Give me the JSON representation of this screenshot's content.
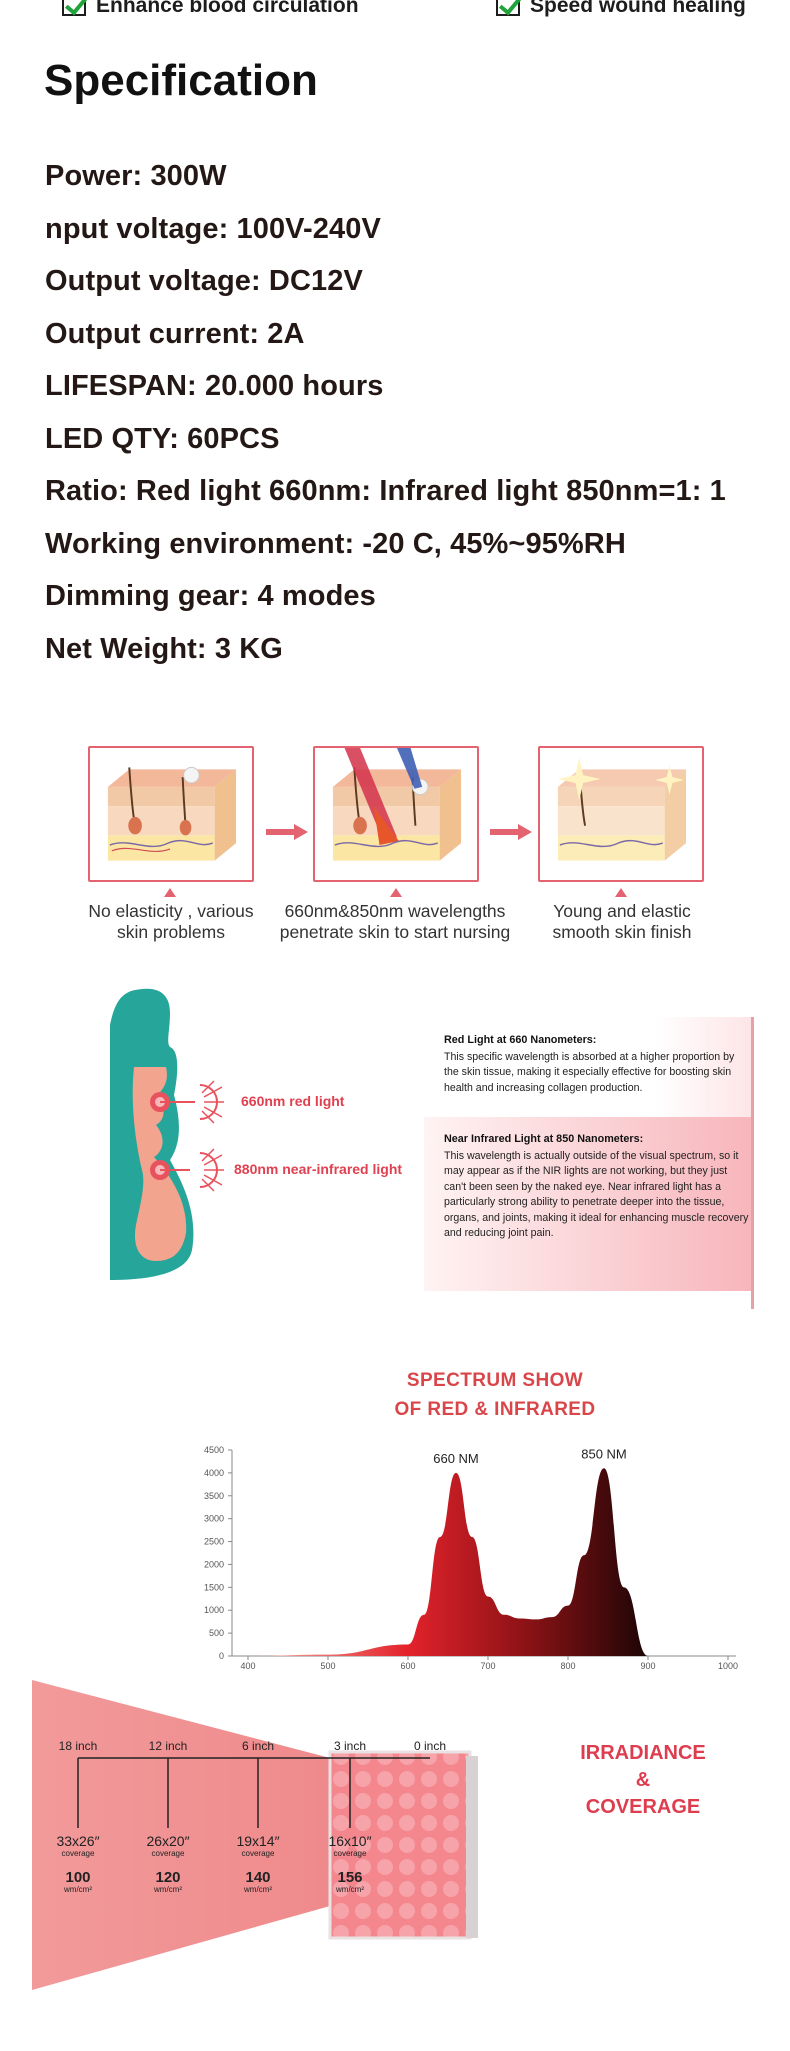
{
  "benefits": {
    "left": "Enhance blood circulation",
    "right": "Speed wound healing",
    "check_color": "#1fa33a"
  },
  "specification": {
    "title": "Specification",
    "items": [
      "Power: 300W",
      "nput voltage: 100V-240V",
      "Output voltage: DC12V",
      "Output current: 2A",
      "LIFESPAN: 20.000 hours",
      "LED QTY: 60PCS",
      "Ratio: Red light 660nm: Infrared light 850nm=1: 1",
      "Working environment: -20 C, 45%~95%RH",
      "Dimming gear: 4 modes",
      "Net Weight: 3 KG"
    ]
  },
  "skin_process": {
    "accent_color": "#e36370",
    "steps": [
      "No elasticity , various\nskin problems",
      "660nm&850nm wavelengths\npenetrate skin to start nursing",
      "Young and elastic\nsmooth skin finish"
    ]
  },
  "body_diagram": {
    "silhouette_color": "#26a69a",
    "labels": [
      "660nm red light",
      "880nm near-infrared light"
    ]
  },
  "light_info": {
    "red": {
      "heading": "Red Light at 660 Nanometers:",
      "text": "This specific wavelength is absorbed at a higher proportion by the skin tissue, making it especially effective for boosting skin health and increasing collagen production."
    },
    "nir": {
      "heading": "Near Infrared Light at 850 Nanometers:",
      "text": "This wavelength is actually outside of the visual spectrum, so it may appear as if the NIR lights are not working, but they just can't been seen by the naked eye. Near infrared light has a particularly strong ability to penetrate deeper into the tissue, organs, and joints, making it ideal for enhancing muscle recovery and reducing joint pain."
    }
  },
  "spectrum": {
    "title_line1": "SPECTRUM SHOW",
    "title_line2": "OF RED & INFRARED",
    "title_color": "#d9464a"
  },
  "chart_data": {
    "type": "area",
    "peak_labels": [
      "660 NM",
      "850 NM"
    ],
    "peaks": [
      {
        "x": 660,
        "y": 4000
      },
      {
        "x": 845,
        "y": 4100
      }
    ],
    "x": [
      400,
      500,
      600,
      620,
      640,
      660,
      680,
      700,
      720,
      740,
      760,
      780,
      800,
      820,
      845,
      870,
      900
    ],
    "y": [
      0,
      30,
      250,
      900,
      2600,
      4000,
      2600,
      1300,
      900,
      820,
      800,
      850,
      1100,
      2200,
      4100,
      1500,
      0
    ],
    "xticks": [
      400,
      500,
      600,
      700,
      800,
      900,
      1000
    ],
    "yticks": [
      0,
      500,
      1000,
      1500,
      2000,
      2500,
      3000,
      3500,
      4000,
      4500
    ],
    "xlim": [
      380,
      1010
    ],
    "ylim": [
      0,
      4500
    ],
    "grid": false,
    "colors": {
      "red": "#e3222b",
      "infrared": "#230606"
    }
  },
  "irradiance": {
    "title_lines": [
      "IRRADIANCE",
      "&",
      "COVERAGE"
    ],
    "title_color": "#dd3d4f",
    "distance_labels": [
      "18 inch",
      "12 inch",
      "6 inch",
      "3 inch",
      "0 inch"
    ],
    "coverage_word": "coverage",
    "unit": "wm/cm²",
    "points": [
      {
        "coverage": "33x26″",
        "irradiance": "100"
      },
      {
        "coverage": "26x20″",
        "irradiance": "120"
      },
      {
        "coverage": "19x14″",
        "irradiance": "140"
      },
      {
        "coverage": "16x10″",
        "irradiance": "156"
      }
    ]
  }
}
